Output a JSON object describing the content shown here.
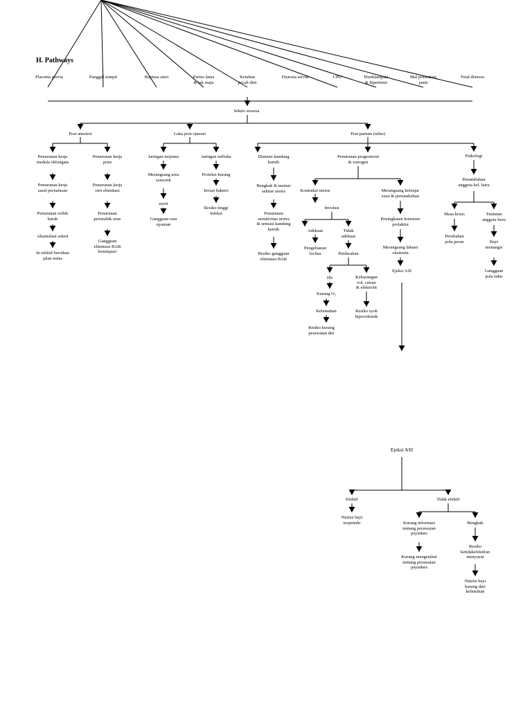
{
  "title": "H. Pathways",
  "causes": [
    "Placenta previa",
    "Panggul sempit",
    "Ruptura uteri",
    "Partus lama\n& tak maju",
    "Ketuban\npecah dini",
    "Distosia servik",
    "CPD",
    "Preeklampsia\n& hipertensi",
    "Mal presentasi\njanin",
    "Fetal distress"
  ],
  "root": "Sektio sesarea",
  "branches": {
    "post_anestesi": {
      "label": "Post anestesi",
      "left": [
        "Penurunan kerja\nmedula oblongata",
        "Penurunan kerja\nsaraf pernafasan",
        "Penurunan reflek\nbatuk",
        "Akumulasi sekret",
        "In efektif bersihan\njalan nafas"
      ],
      "right": [
        "Penurunan kerja\npons",
        "Penurunan kerja\notot eliminasi",
        "Penurunan\nperistaltik usus",
        "Gangguan\neliminasi BAB\nkonstipasi"
      ]
    },
    "luka_post_operasi": {
      "label": "Luka post operasi",
      "left": [
        "Jaringan terputus",
        "Merangsang area\nsensorik",
        "nyeri",
        "Gangguan rasa\nnyaman"
      ],
      "right": [
        "Jaringan terbuka",
        "Proteksi kurang",
        "Invasi bakteri",
        "Resiko tinggi\ninfeksi"
      ]
    },
    "post_partum": {
      "label": "Post partum (nifas)",
      "distensi": [
        "Distensi kandung\nkemih",
        "Bengkak & memar\nsekitar uretra",
        "Penurunan\nsensitivitas uretra\n& sensasi kandung\nkemih",
        "Resiko gangguan\neliminasi BAK"
      ],
      "hormone": "Penurunan progesteron\n& estrogen",
      "kontraksi": "Kontraksi uterus",
      "involusi": "Involusi",
      "adekuat": "Adekuat",
      "pengeluaran": "Pengeluaran\nlochea",
      "tidak_adekuat": "Tidak\nadekuat",
      "perdarahan": "Perdarahan",
      "hb": "Hb",
      "kurang_o2": "Kurang O₂",
      "kelemahan": "Kelemahan",
      "resiko_perawatan": "Resiko kurang\nperawatan diri",
      "kekurangan": "Kekurangan\nvol. cairan\n& elektrolit",
      "syok": "Resiko syok\nhipovolemik",
      "merangsang": "Merangsang kelenjar\nsusu & pertumbuhan",
      "prolaktin": "Peningkatan hormone\nprolaktin",
      "laktasi": "Merangsang laktasi\noksitosin",
      "ejeksi": "Ejeksi ASI"
    },
    "psikologi": {
      "label": "Psikologi",
      "penambahan": "Penambahan\nanggota kel. baru",
      "masa_krisis": "Masa krisis",
      "perubahan": "Perubahan\npola peran",
      "tuntutan": "Tuntutan\nanggota baru",
      "bayi": "Bayi\nmenangis",
      "gangguan_tidur": "Gangguan\npola tidur"
    }
  },
  "ejeksi_detail": {
    "title": "Ejeksi ASI",
    "efektif": "Efektif",
    "nutrisi": "Nutrisi bayi\nterpenuhi",
    "tidak_efektif": "Tidak efektif",
    "kurang_info": "Kurang informasi\ntentang perawatan\npayudara",
    "kurang_tahu": "Kurang mengetahui\ntentang perawatan\npayudara",
    "bengkak": "Bengkak",
    "resiko_menyusui": "Resiko\nketidakefektifan\nmenyusui",
    "nutrisi_kurang": "Nutrisi bayi\nkurang dari\nkebutuhan"
  }
}
